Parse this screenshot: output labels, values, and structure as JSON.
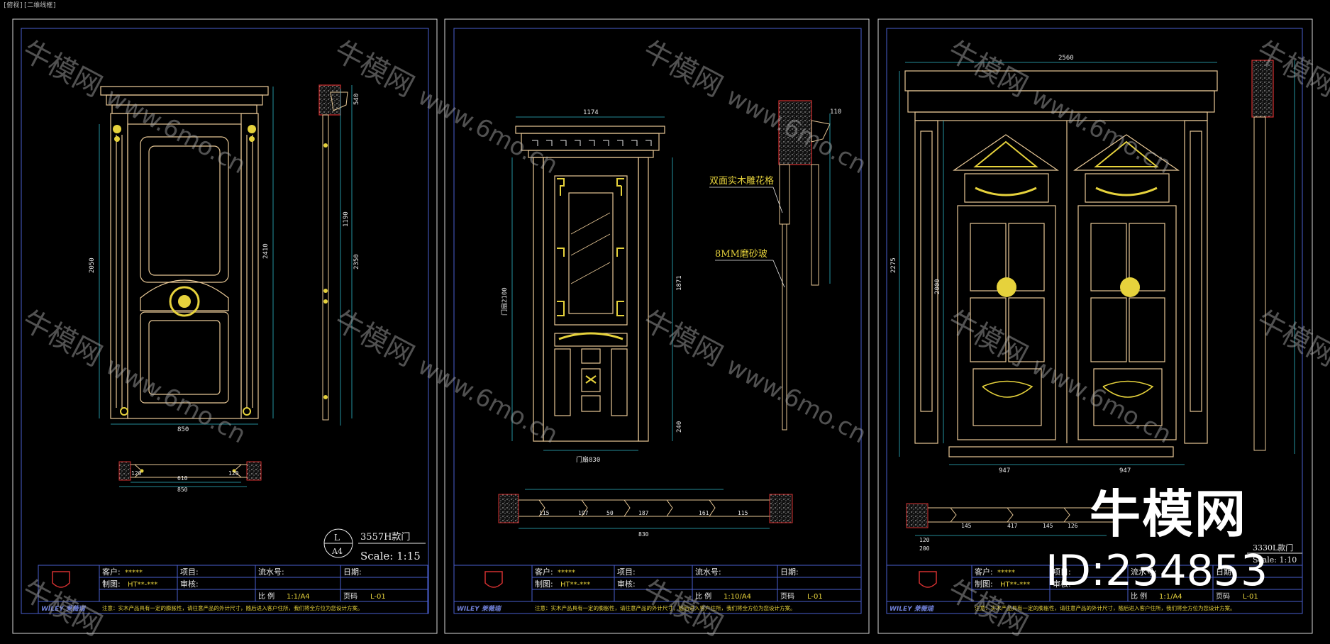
{
  "window": {
    "title": "[俯视][二维线框]"
  },
  "watermark": {
    "brand": "牛模网",
    "url": "www.6mo.cn",
    "id_text": "ID:234853"
  },
  "sheets": [
    {
      "notes": [
        {
          "text": "Ⓛ A4",
          "label": "L"
        },
        {
          "text": "A4"
        }
      ],
      "model": "3557H款门",
      "scale": "Scale: 1:15",
      "dims": {
        "height": "2050",
        "total": "2410",
        "width": "850",
        "d1": "540",
        "d2": "1190",
        "d3": "2350",
        "plan_a": "610",
        "plan_b": "850",
        "plan_c": "120",
        "plan_d": "120"
      },
      "title_block": {
        "client_label": "客户:",
        "client_value": "*****",
        "project_label": "项目:",
        "serial_label": "流水号:",
        "date_label": "日期:",
        "drawer_label": "制图:",
        "drawer_value": "HT**-***",
        "review_label": "审核:",
        "scale_label": "比  例",
        "scale_value": "1:1/A4",
        "page_label": "页码",
        "page_value": "L-01",
        "note": "注意：实木产品具有一定的膨胀性，请往意产品的外计尺寸，随后进入客户住所，我们将全方位为您设计方案。",
        "brand": "WILEY 莱薇瑞"
      }
    },
    {
      "callouts": [
        "双面实木雕花格",
        "8MM磨砂玻"
      ],
      "dims": {
        "top": "1174",
        "door_h": "门扇2100",
        "right_h": "1871",
        "bottom": "门扇830",
        "plan_total": "830",
        "plan_1": "115",
        "plan_2": "197",
        "plan_3": "50",
        "plan_4": "187",
        "plan_5": "161",
        "plan_6": "115",
        "side_a": "110",
        "side_b": "240"
      },
      "title_block": {
        "client_label": "客户:",
        "client_value": "*****",
        "project_label": "项目:",
        "serial_label": "流水号:",
        "date_label": "日期:",
        "drawer_label": "制图:",
        "drawer_value": "HT**-***",
        "review_label": "审核:",
        "scale_label": "比  例",
        "scale_value": "1:10/A4",
        "page_label": "页码",
        "page_value": "L-01",
        "note": "注意：实木产品具有一定的膨胀性，请往意产品的外计尺寸，随后进入客户住所，我们将全方位为您设计方案。",
        "brand": "WILEY 莱薇瑞"
      }
    },
    {
      "model": "3330L款门",
      "scale": "Scale: 1:10",
      "dims": {
        "top": "2560",
        "left_h": "2275",
        "mid_h": "2000",
        "left_w": "947",
        "right_w": "947",
        "plan_1": "145",
        "plan_2": "417",
        "plan_3": "145",
        "plan_4": "126",
        "plan_5": "200",
        "plan_6": "120"
      },
      "title_block": {
        "client_label": "客户:",
        "client_value": "*****",
        "project_label": "项目:",
        "serial_label": "流水号:",
        "date_label": "日期:",
        "drawer_label": "制图:",
        "drawer_value": "HT**-***",
        "review_label": "审核:",
        "scale_label": "比  例",
        "scale_value": "1:1/A4",
        "page_label": "页码",
        "page_value": "L-01",
        "note": "注意：实木产品具有一定的膨胀性，请往意产品的外计尺寸，随后进入客户住所，我们将全方位为您设计方案。",
        "brand": "WILEY 莱薇瑞"
      }
    }
  ],
  "colors": {
    "bg": "#000000",
    "frame": "#e8e8e8",
    "blue": "#4a5fd0",
    "door": "#e8c896",
    "gold": "#e6d23c",
    "dim": "#2fb8c8",
    "red": "#d23030",
    "text_yellow": "#e6d23c"
  }
}
